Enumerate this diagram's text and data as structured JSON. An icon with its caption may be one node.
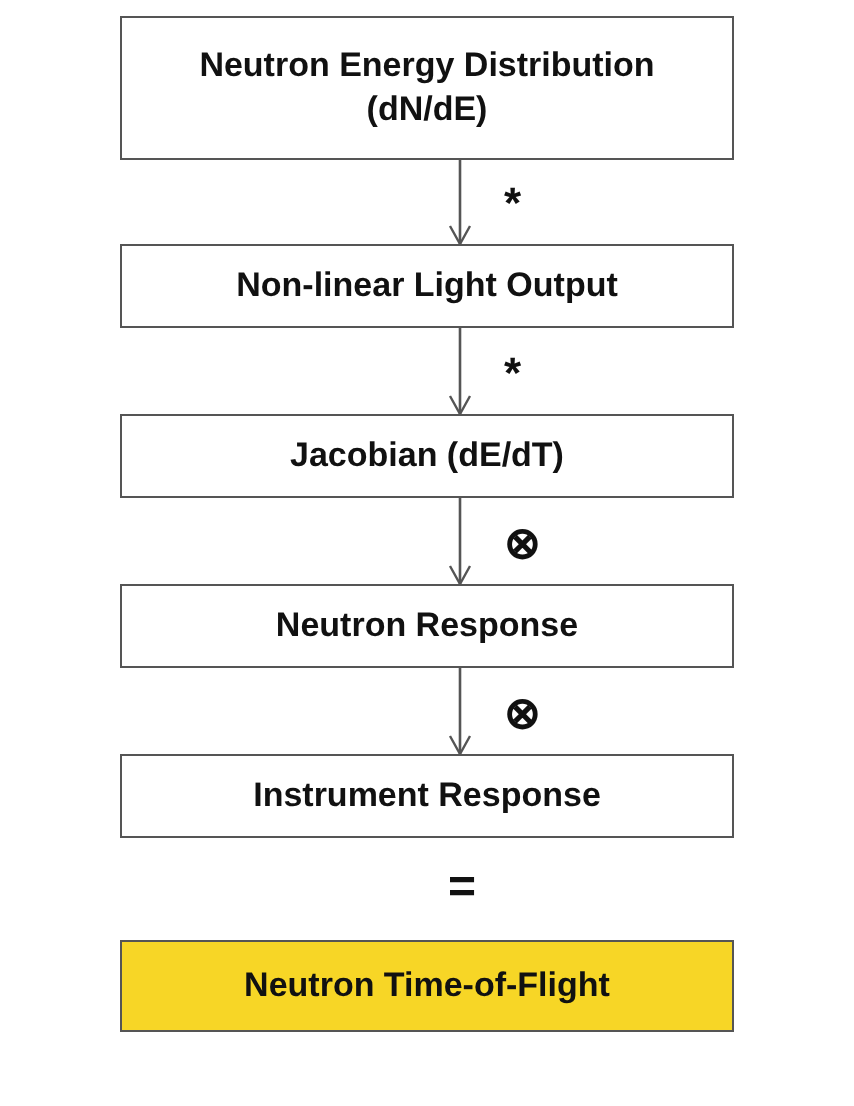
{
  "diagram": {
    "nodes": [
      {
        "text": [
          "Neutron Energy Distribution (dN/dE)"
        ]
      },
      {
        "text": [
          "Non-linear Light Output"
        ]
      },
      {
        "text": [
          "Jacobian (dE/dT)"
        ]
      },
      {
        "text": [
          "Neutron Response"
        ]
      },
      {
        "text": [
          "Instrument Response"
        ]
      },
      {
        "text": [
          "Neutron Time-of-Flight"
        ]
      }
    ],
    "edges": [
      {
        "from": 0,
        "to": 1,
        "arrow": "to",
        "label": "*"
      },
      {
        "from": 1,
        "to": 2,
        "arrow": "to",
        "label": "*"
      },
      {
        "from": 2,
        "to": 3,
        "arrow": "to",
        "label": "⊗"
      },
      {
        "from": 3,
        "to": 4,
        "arrow": "to",
        "label": "⊗"
      }
    ],
    "labels": [
      "="
    ]
  }
}
